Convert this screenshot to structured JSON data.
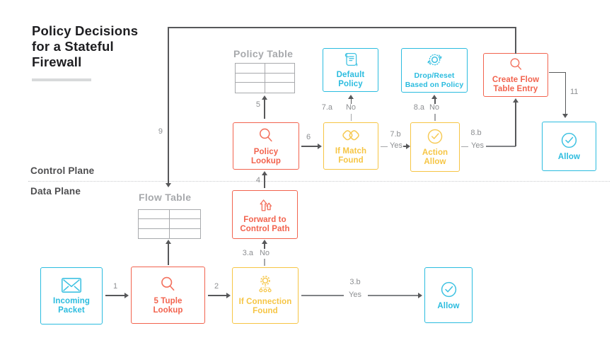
{
  "title": {
    "text": "Policy Decisions\nfor a Stateful\nFirewall"
  },
  "planes": {
    "control_label": "Control Plane",
    "data_label": "Data Plane"
  },
  "tables": {
    "policy": {
      "title": "Policy Table",
      "rows": 3,
      "cols": 2
    },
    "flow": {
      "title": "Flow Table",
      "rows": 3,
      "cols": 2
    }
  },
  "nodes": [
    {
      "id": "incoming-packet",
      "label": "Incoming\nPacket",
      "color": "cyan",
      "icon": "envelope-icon"
    },
    {
      "id": "five-tuple-lookup",
      "label": "5 Tuple\nLookup",
      "color": "red",
      "icon": "search-icon"
    },
    {
      "id": "if-connection-found",
      "label": "If Connection\nFound",
      "color": "yellow",
      "icon": "connection-icon"
    },
    {
      "id": "allow-data-plane",
      "label": "Allow",
      "color": "cyan",
      "icon": "check-circle-icon"
    },
    {
      "id": "forward-to-control-path",
      "label": "Forward to\nControl Path",
      "color": "red",
      "icon": "forward-icon"
    },
    {
      "id": "policy-lookup",
      "label": "Policy\nLookup",
      "color": "red",
      "icon": "search-icon"
    },
    {
      "id": "if-match-found",
      "label": "If Match\nFound",
      "color": "yellow",
      "icon": "match-icon"
    },
    {
      "id": "action-allow",
      "label": "Action\nAllow",
      "color": "yellow",
      "icon": "check-circle-icon"
    },
    {
      "id": "create-flow-table-entry",
      "label": "Create Flow\nTable Entry",
      "color": "red",
      "icon": "search-icon"
    },
    {
      "id": "allow-control-plane",
      "label": "Allow",
      "color": "cyan",
      "icon": "check-circle-icon"
    },
    {
      "id": "default-policy",
      "label": "Default\nPolicy",
      "color": "cyan",
      "icon": "scroll-icon"
    },
    {
      "id": "drop-reset",
      "label": "Drop/Reset\nBased on Policy",
      "color": "cyan",
      "icon": "reset-icon"
    }
  ],
  "edges": [
    {
      "label": "1"
    },
    {
      "label": "2"
    },
    {
      "label": "3.a",
      "branch": "No"
    },
    {
      "label": "3.b",
      "branch": "Yes"
    },
    {
      "label": "4"
    },
    {
      "label": "5"
    },
    {
      "label": "6"
    },
    {
      "label": "7.a",
      "branch": "No"
    },
    {
      "label": "7.b",
      "branch": "Yes"
    },
    {
      "label": "8.a",
      "branch": "No"
    },
    {
      "label": "8.b",
      "branch": "Yes"
    },
    {
      "label": "9"
    },
    {
      "label": "11"
    }
  ],
  "colors": {
    "cyan": "#2bbcdf",
    "red": "#f2634e",
    "yellow": "#f6c544",
    "line": "#57585a",
    "line_muted": "#a5a7aa",
    "label_muted": "#8d8f92",
    "table_gray": "#a7a9ac",
    "ink": "#1d1d20"
  }
}
